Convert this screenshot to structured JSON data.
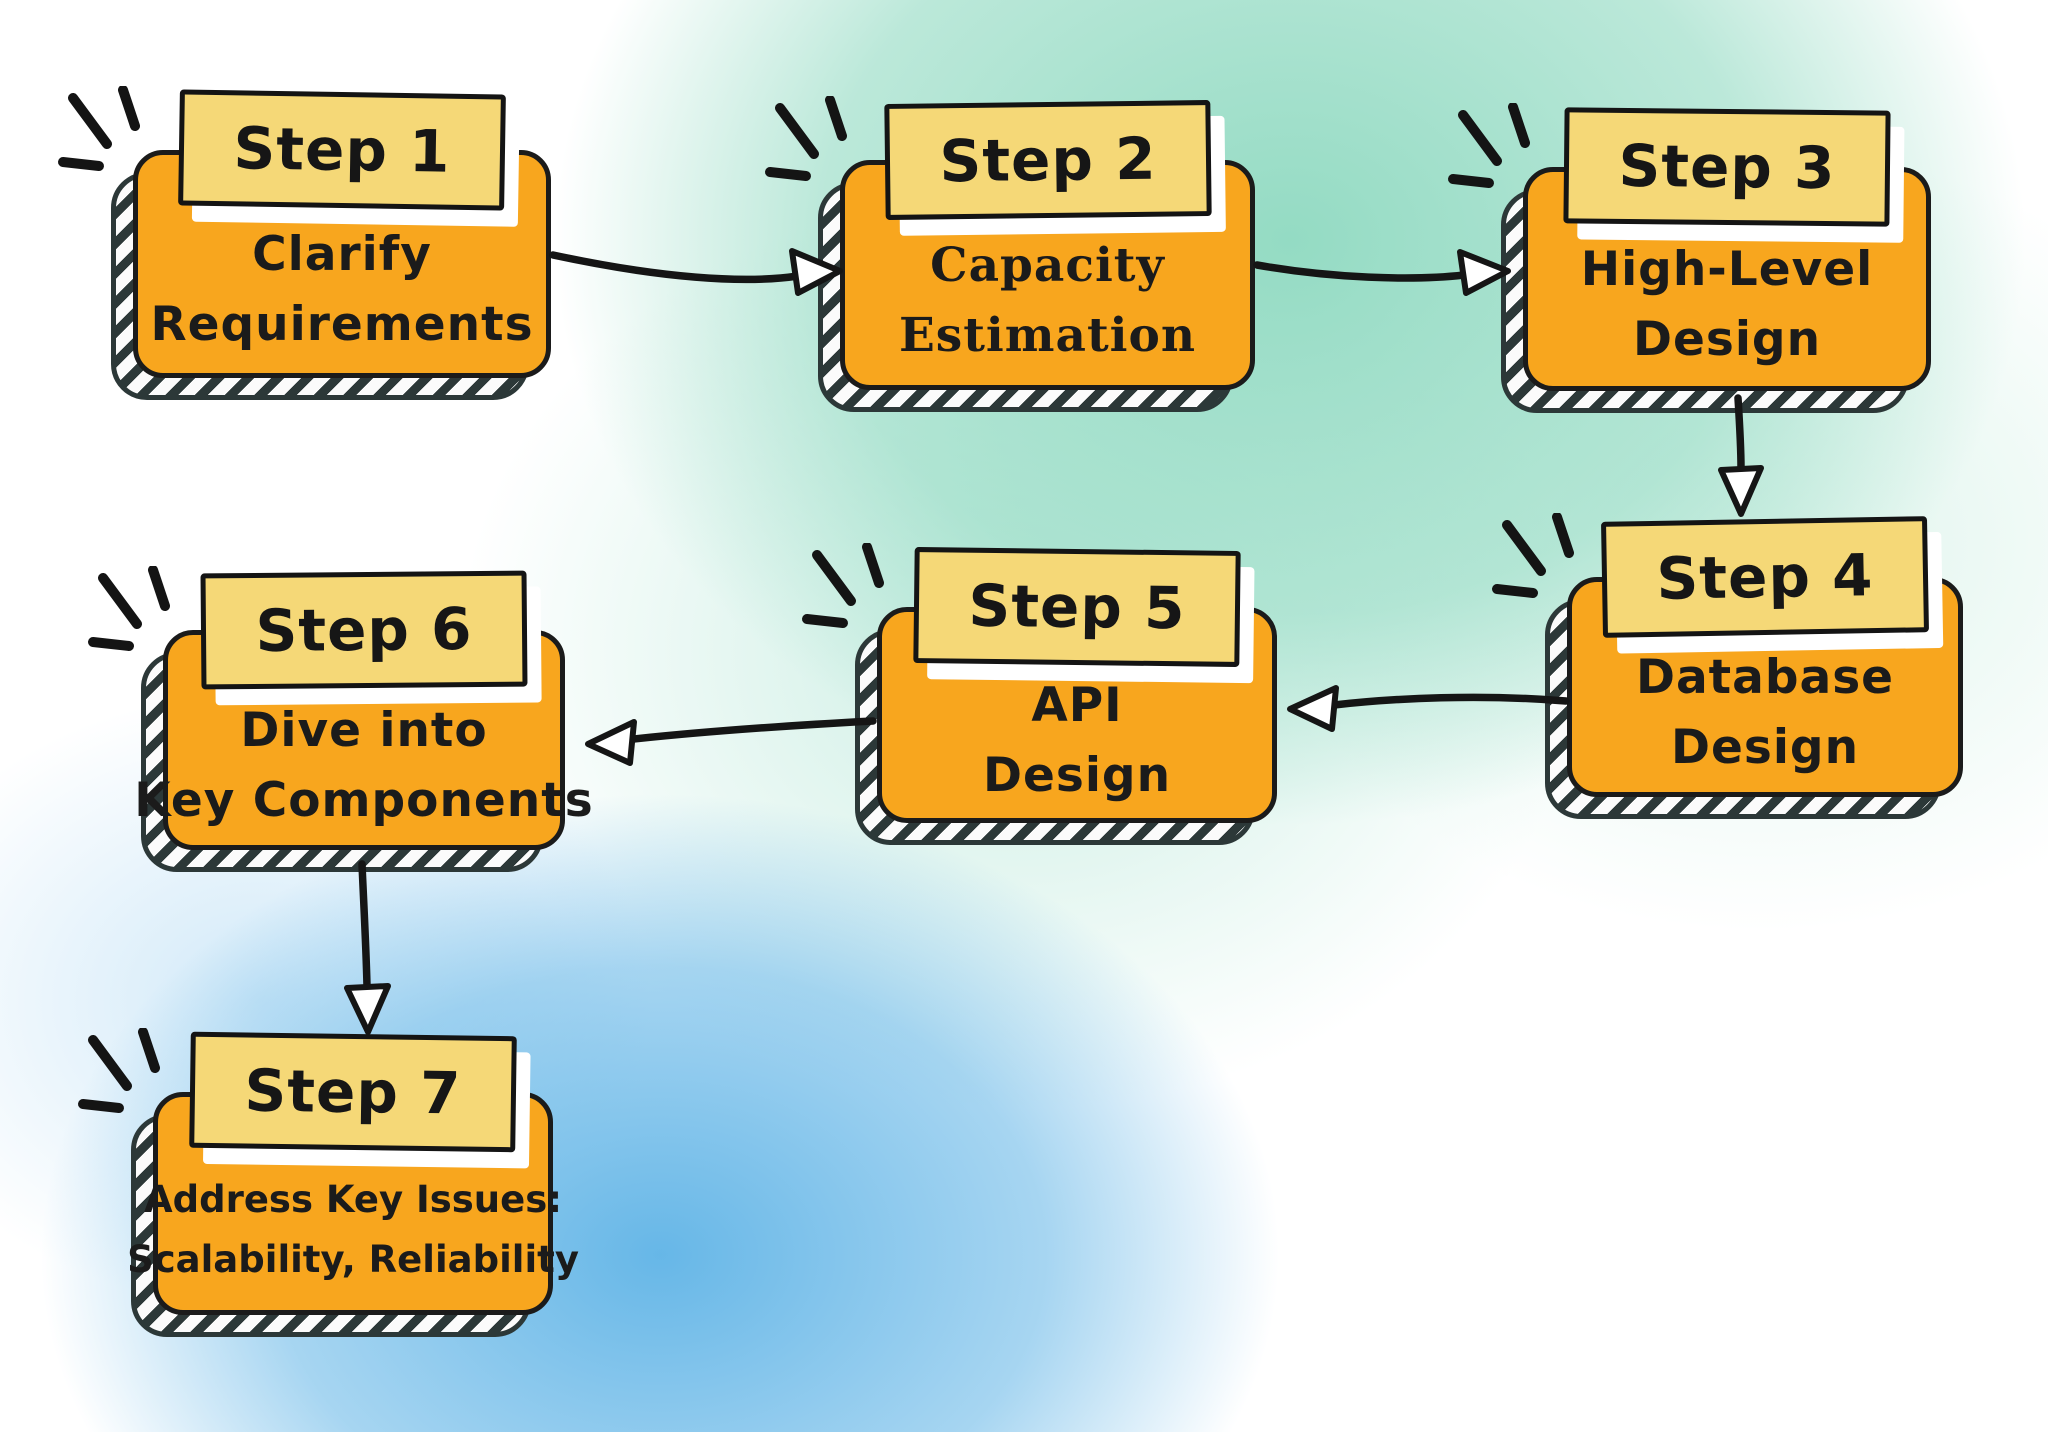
{
  "diagram": {
    "steps": [
      {
        "badge": "Step 1",
        "lines": [
          "Clarify",
          "Requirements"
        ]
      },
      {
        "badge": "Step 2",
        "lines": [
          "Capacity",
          "Estimation"
        ]
      },
      {
        "badge": "Step 3",
        "lines": [
          "High-Level",
          "Design"
        ]
      },
      {
        "badge": "Step 4",
        "lines": [
          "Database",
          "Design"
        ]
      },
      {
        "badge": "Step 5",
        "lines": [
          "API",
          "Design"
        ]
      },
      {
        "badge": "Step 6",
        "lines": [
          "Dive into",
          "Key Components"
        ]
      },
      {
        "badge": "Step 7",
        "lines": [
          "Address Key Issues:",
          "Scalability, Reliability"
        ]
      }
    ],
    "connections": [
      {
        "from": "Step 1",
        "to": "Step 2"
      },
      {
        "from": "Step 2",
        "to": "Step 3"
      },
      {
        "from": "Step 3",
        "to": "Step 4"
      },
      {
        "from": "Step 4",
        "to": "Step 5"
      },
      {
        "from": "Step 5",
        "to": "Step 6"
      },
      {
        "from": "Step 6",
        "to": "Step 7"
      }
    ],
    "colors": {
      "box_fill": "#F8A61E",
      "badge_fill": "#F5D877",
      "outline": "#1B1B1B",
      "shadow_hatch": "#2C3838",
      "background_green": "#8ED9C0",
      "background_blue": "#5EB3E6",
      "arrow": "#151515"
    }
  }
}
